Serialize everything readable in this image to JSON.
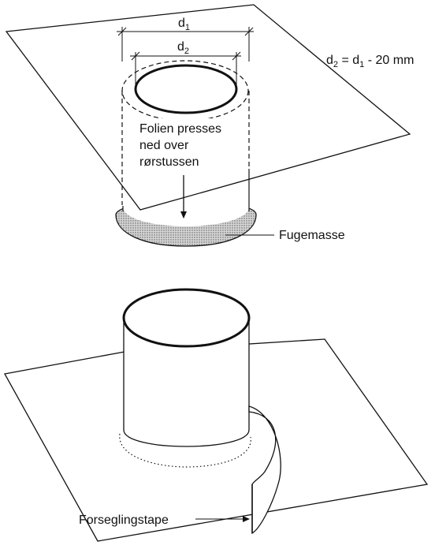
{
  "dimensions": {
    "d1": "d",
    "d1_sub": "1",
    "d2": "d",
    "d2_sub": "2"
  },
  "formula": {
    "left": "d",
    "left_sub": "2",
    "mid": " = d",
    "mid_sub": "1",
    "right": " - 20 mm"
  },
  "annotations": {
    "instruction_line1": "Folien presses",
    "instruction_line2": "ned over",
    "instruction_line3": "rørstussen",
    "sealant": "Fugemasse",
    "tape": "Forseglingstape"
  },
  "colors": {
    "stroke": "#111111",
    "sealant_fill": "#a9a9a9",
    "paper": "#ffffff"
  }
}
